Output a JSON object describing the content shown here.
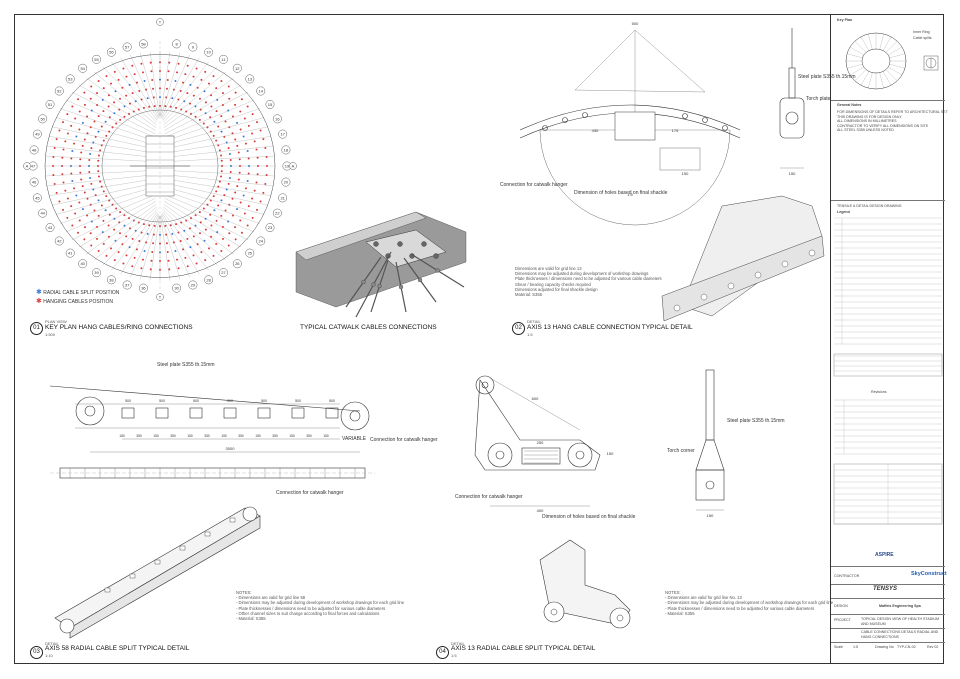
{
  "views": [
    {
      "num": "01",
      "title": "KEY PLAN HANG CABLES/RING CONNECTIONS",
      "sub": "PLAN VIEW",
      "scale": "1:500"
    },
    {
      "num": "",
      "title": "TYPICAL CATWALK CABLES CONNECTIONS",
      "sub": "",
      "scale": ""
    },
    {
      "num": "02",
      "title": "AXIS 13 HANG CABLE CONNECTION TYPICAL DETAIL",
      "sub": "DETAIL",
      "scale": "1:5"
    },
    {
      "num": "03",
      "title": "AXIS 58 RADIAL CABLE SPLIT TYPICAL DETAIL",
      "sub": "DETAIL",
      "scale": "1:10"
    },
    {
      "num": "04",
      "title": "AXIS 13 RADIAL CABLE SPLIT TYPICAL DETAIL",
      "sub": "DETAIL",
      "scale": "1:5"
    }
  ],
  "legend": [
    {
      "label": "RADIAL CABLE SPLIT POSITION",
      "color": "#3b78d8"
    },
    {
      "label": "HANGING CABLES POSITION",
      "color": "#d83b3b"
    }
  ],
  "ring_labels_top": [
    "T",
    "T"
  ],
  "ring_left": [
    "58",
    "57",
    "56",
    "55",
    "54",
    "53",
    "52",
    "51",
    "50",
    "49",
    "48",
    "47",
    "46",
    "45",
    "44",
    "43",
    "42",
    "41",
    "40",
    "39",
    "38",
    "37",
    "36"
  ],
  "ring_right": [
    "8",
    "9",
    "10",
    "11",
    "12",
    "13",
    "14",
    "15",
    "16",
    "17",
    "18",
    "19",
    "20",
    "21",
    "22",
    "23",
    "24",
    "25",
    "26",
    "27",
    "28",
    "29",
    "30"
  ],
  "ring_side": [
    "A",
    "A"
  ],
  "detail02_labels": {
    "plate": "Steel plate S355 th.15mm",
    "joint": "Torch plate",
    "hanger": "Connection for catwalk hanger",
    "holes": "Dimension of holes based on final shackle",
    "dims": [
      "500",
      "430",
      "175",
      "150",
      "1:5"
    ]
  },
  "detail03_labels": {
    "plate": "Steel plate S355 th.15mm",
    "variable": "VARIABLE",
    "catwalk": "Connection for catwalk hanger",
    "catwalk2": "Connection for catwalk hanger",
    "dims_top": [
      "500",
      "500",
      "500",
      "500",
      "500",
      "500",
      "500"
    ],
    "dims_bottom": [
      "150",
      "350",
      "150",
      "350",
      "150",
      "350",
      "150",
      "350",
      "150",
      "350",
      "150",
      "350",
      "150"
    ],
    "total": "3000"
  },
  "detail04_labels": {
    "plate": "Steel plate S355 th.15mm",
    "torch": "Torch corner",
    "catwalk": "Connection for catwalk hanger",
    "holes": "Dimension of holes based on final shackle",
    "dims": [
      "600",
      "250",
      "150",
      "400",
      "150"
    ]
  },
  "notes_02": [
    "Dimensions are valid for grid line 13",
    "Dimensions may be adjusted during development of workshop drawings",
    "Plate thicknesses / dimensions need to be adjusted for various cable diameters",
    "Shear / bearing capacity checks required",
    "Dimensions adjusted for final shackle design",
    "Material: S355"
  ],
  "notes_03": [
    "NOTES:",
    "- Dimensions are valid for grid line 58",
    "- Dimensions may be adjusted during development of workshop drawings for each grid line",
    "- Plate thicknesses / dimensions need to be adjusted for various cable diameters",
    "- Other channel sizes to suit change according to final forces and calculations",
    "- Material: S355"
  ],
  "notes_04": [
    "NOTES:",
    "- Dimensions are valid for grid line No. 13",
    "- Dimensions may be adjusted during development of workshop drawings for each grid line",
    "- Plate thicknesses / dimensions need to be adjusted for various cable diameters",
    "- Material: S355"
  ],
  "titleblock": {
    "keyplan": "Key Plan",
    "keyplan_labels": [
      "Inner Ring",
      "Cable splits"
    ],
    "general_notes_title": "General Notes",
    "general_notes": [
      "FOR DIMENSIONS OF DETAILS REFER TO ARCHITECTURAL SET",
      "THIS DRAWING IS FOR DESIGN ONLY",
      "ALL DIMENSIONS IN MILLIMETRES",
      "CONTRACTOR TO VERIFY ALL DIMENSIONS ON SITE",
      "ALL STEEL S355 UNLESS NOTED"
    ],
    "issue_title": "TENSILE & DETAIL DESIGN DRAWING",
    "issue_sub": "Legend",
    "rev_table_title": "Revisions",
    "client_label": "CONTRACTOR",
    "client": "SkyConstruct",
    "company": "TENSYS",
    "design": "DESIGN",
    "engineering": "Maffeis Engineering Spa",
    "project_label": "PROJECT",
    "project": "TOPICAL DESIGN VIEW OF HEALTH STADIUM AND MUSEUM",
    "drawing_title": "CABLE CONNECTIONS DETAILS RADIAL AND HANG CONNECTIONS",
    "scale_label": "Scale",
    "scale": "1:5",
    "dwg_no_label": "Drawing No",
    "dwg_no": "TYP-CN-02",
    "rev": "Rev 02",
    "logo_mid": "ASPIRE"
  }
}
